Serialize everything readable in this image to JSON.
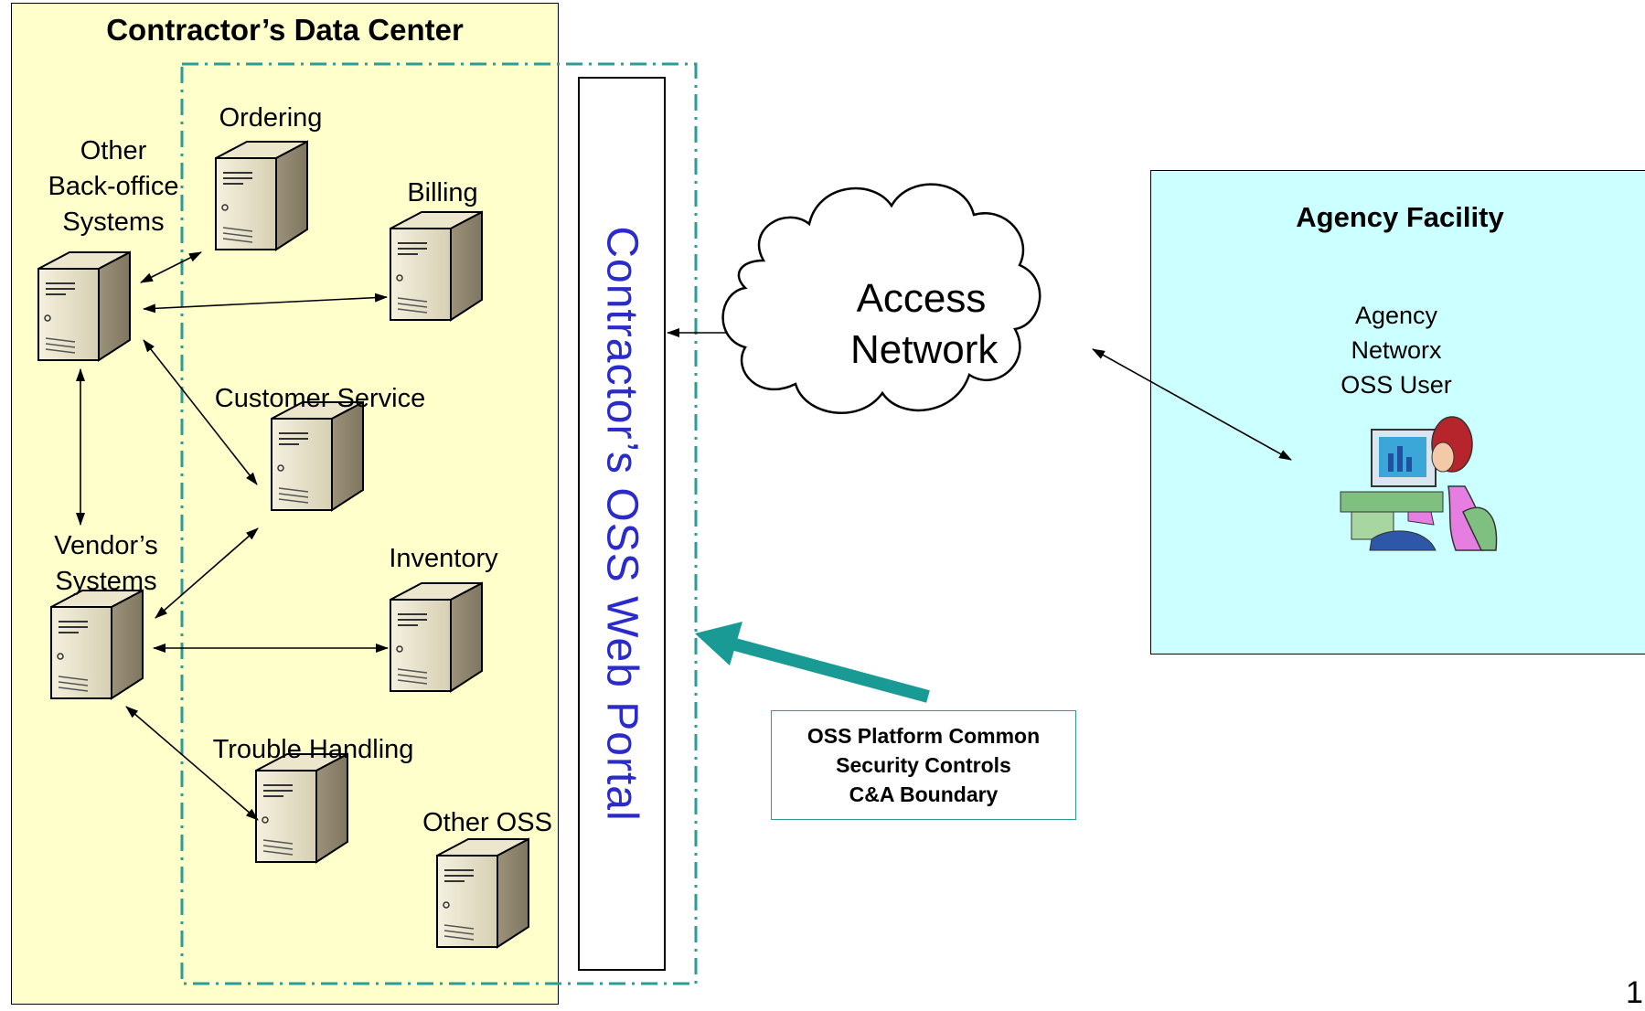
{
  "data_center": {
    "title": "Contractor’s Data Center"
  },
  "agency": {
    "title": "Agency Facility",
    "user_label": [
      "Agency",
      "Networx",
      "OSS User"
    ]
  },
  "portal": {
    "label": "Contractor’s OSS Web Portal"
  },
  "cloud": {
    "label": [
      "Access",
      "Network"
    ]
  },
  "servers": {
    "other_backoffice": [
      "Other",
      "Back-office",
      "Systems"
    ],
    "ordering": "Ordering",
    "billing": "Billing",
    "customer_service": "Customer Service",
    "vendors": [
      "Vendor’s",
      "Systems"
    ],
    "inventory": "Inventory",
    "trouble_handling": "Trouble Handling",
    "other_oss": "Other OSS"
  },
  "controls_box": {
    "lines": [
      "OSS Platform Common",
      "Security Controls",
      "C&A Boundary"
    ]
  },
  "page_number": "1",
  "colors": {
    "data_center_fill": "#ffffcc",
    "agency_fill": "#ccffff",
    "boundary_dashes": "#2a9d97",
    "pointer_arrow": "#1a9a94",
    "portal_text": "#2b2bcc"
  },
  "icons": {
    "server": "server-tower-icon",
    "user": "person-at-computer-icon",
    "cloud": "cloud-icon"
  }
}
